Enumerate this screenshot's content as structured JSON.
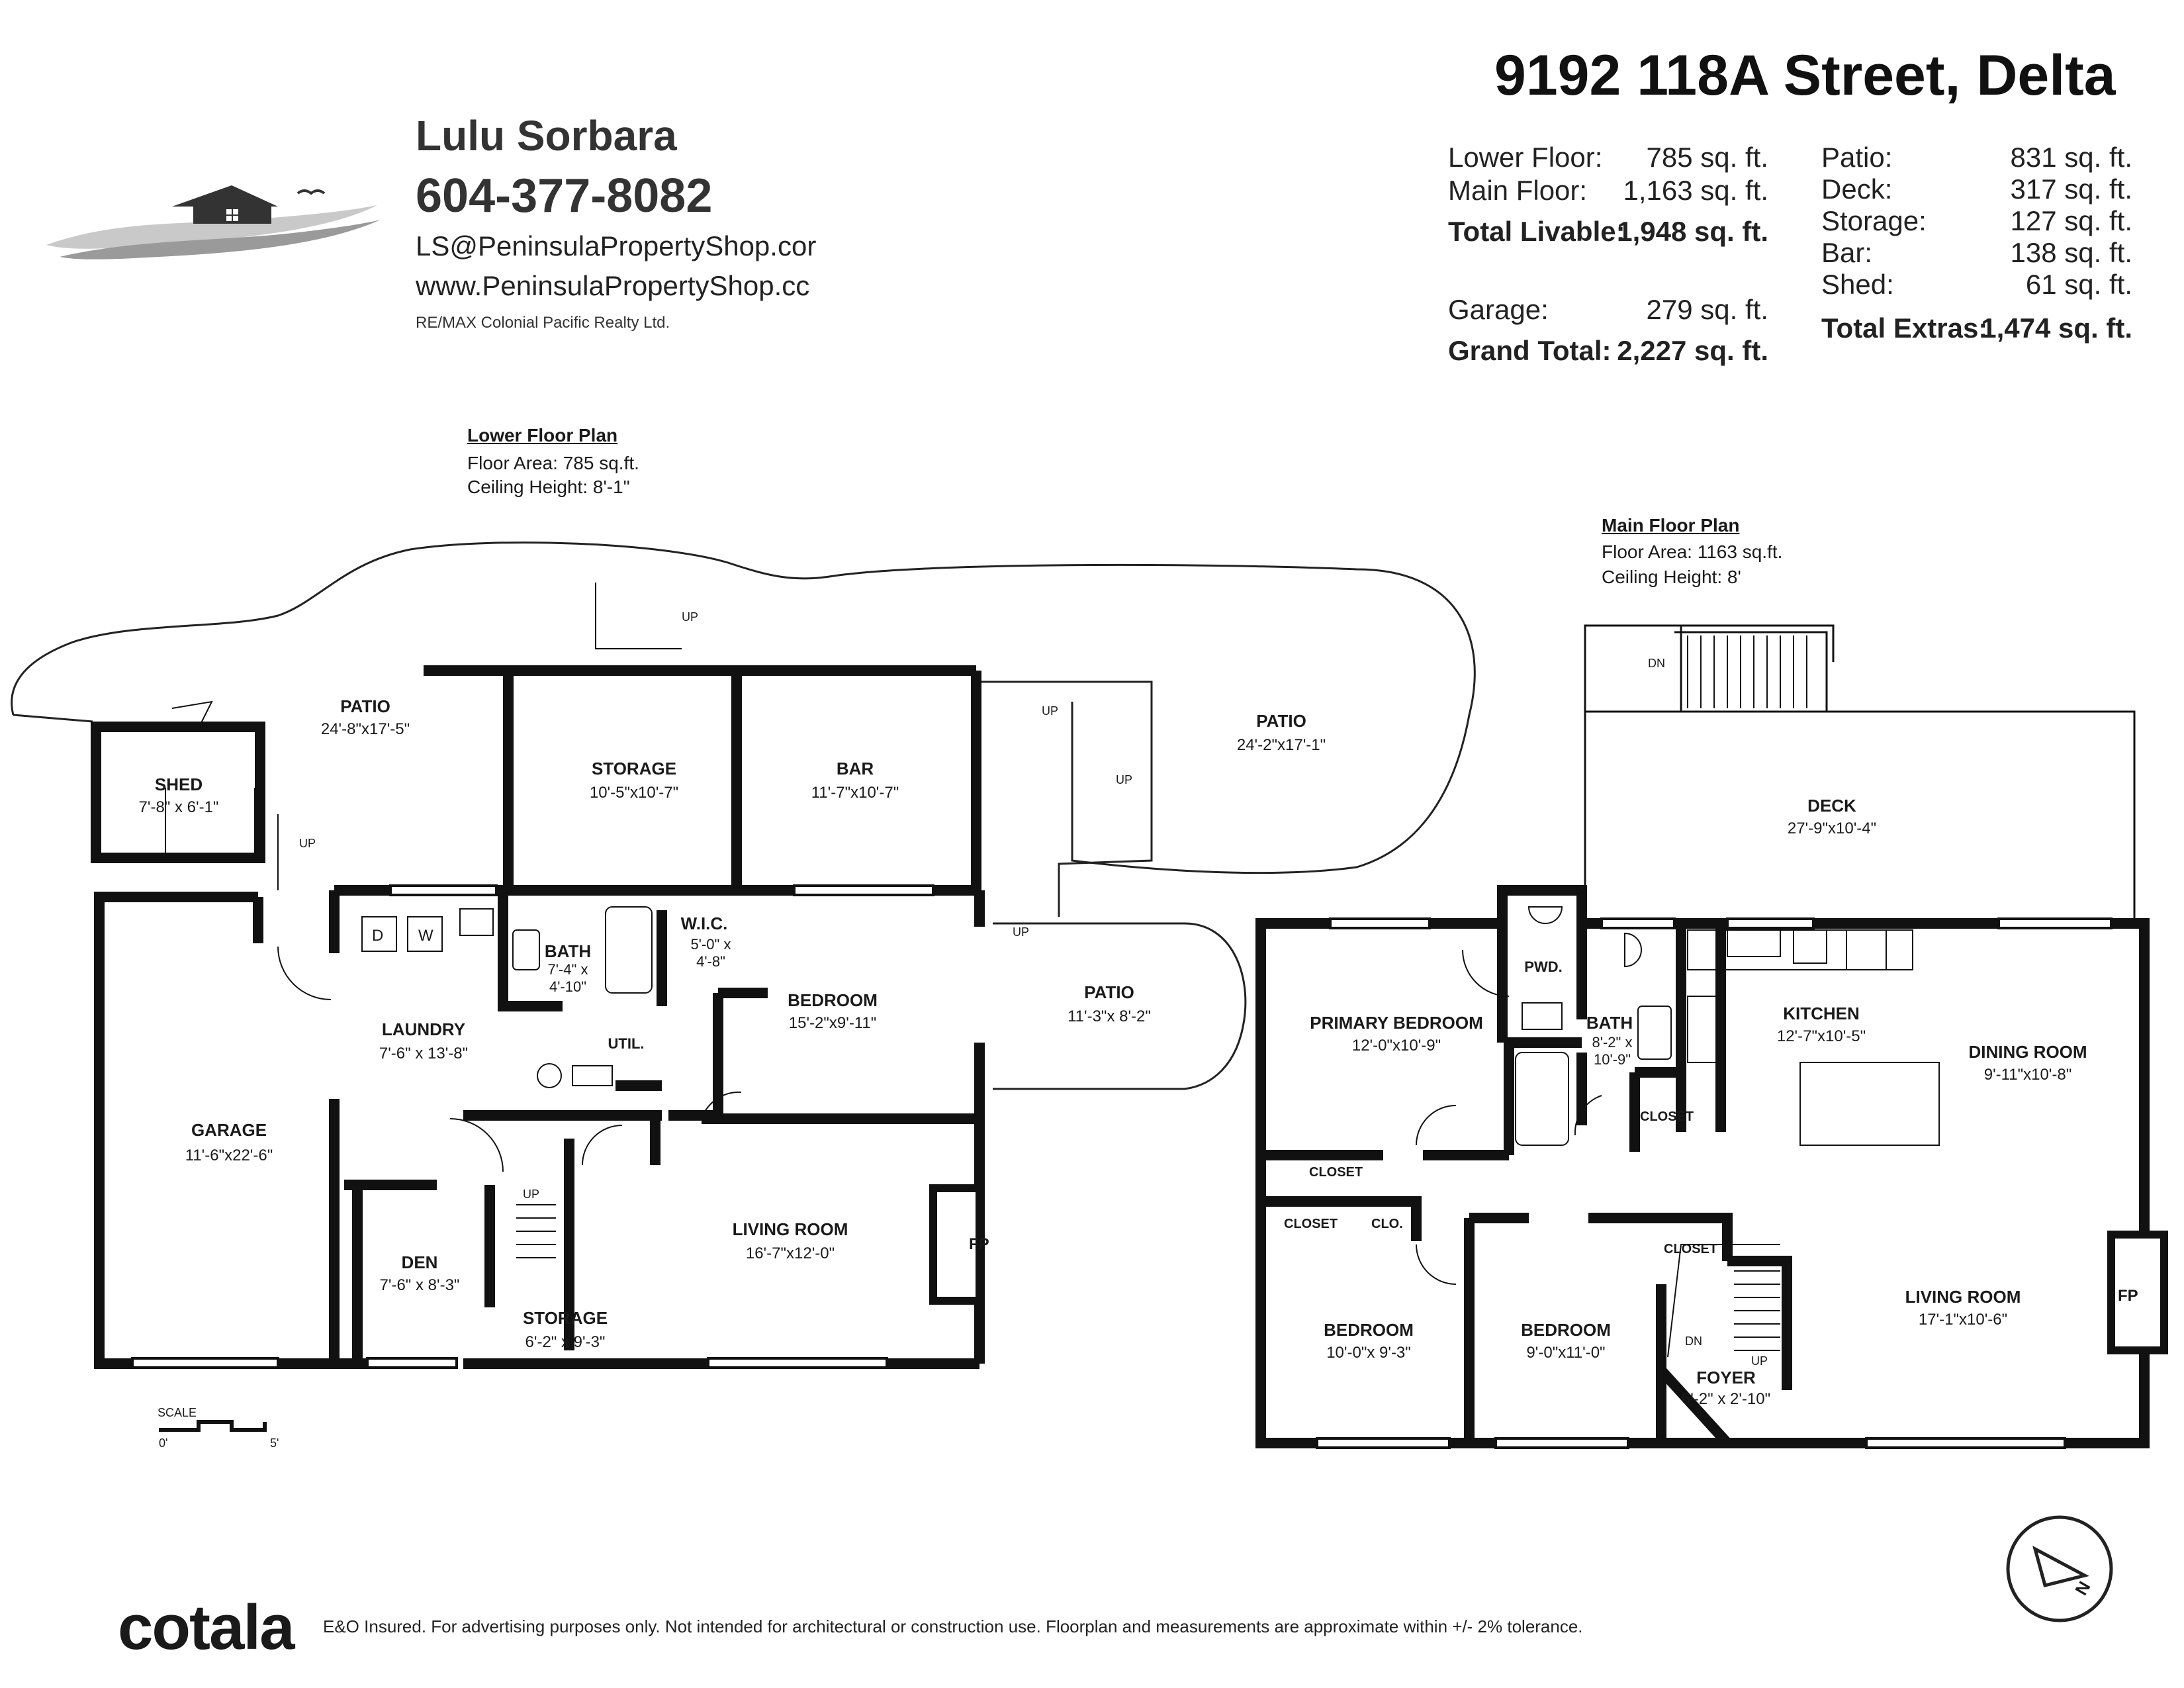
{
  "agent": {
    "name": "Lulu Sorbara",
    "phone": "604-377-8082",
    "email": "LS@PeninsulaPropertyShop.cor",
    "website": "www.PeninsulaPropertyShop.cc",
    "brokerage": "RE/MAX Colonial Pacific Realty Ltd."
  },
  "address": "9192 118A Street, Delta",
  "areas_left": [
    {
      "label": "Lower Floor:",
      "value": "785 sq. ft.",
      "bold": false
    },
    {
      "label": "Main Floor:",
      "value": "1,163 sq. ft.",
      "bold": false
    },
    {
      "label": "Total Livable:",
      "value": "1,948 sq. ft.",
      "bold": true
    },
    {
      "label": "Garage:",
      "value": "279 sq. ft.",
      "bold": false
    },
    {
      "label": "Grand Total:",
      "value": "2,227 sq. ft.",
      "bold": true
    }
  ],
  "areas_right": [
    {
      "label": "Patio:",
      "value": "831 sq. ft.",
      "bold": false
    },
    {
      "label": "Deck:",
      "value": "317 sq. ft.",
      "bold": false
    },
    {
      "label": "Storage:",
      "value": "127 sq. ft.",
      "bold": false
    },
    {
      "label": "Bar:",
      "value": "138 sq. ft.",
      "bold": false
    },
    {
      "label": "Shed:",
      "value": "61 sq. ft.",
      "bold": false
    },
    {
      "label": "Total Extras:",
      "value": "1,474 sq. ft.",
      "bold": true
    }
  ],
  "lower_plan": {
    "title": "Lower Floor Plan",
    "area": "Floor Area: 785 sq.ft.",
    "ceiling": "Ceiling Height: 8'-1\"",
    "rooms": [
      {
        "name": "PATIO",
        "dim": "24'-8\"x17'-5\""
      },
      {
        "name": "SHED",
        "dim": "7'-8\" x 6'-1\""
      },
      {
        "name": "STORAGE",
        "dim": "10'-5\"x10'-7\""
      },
      {
        "name": "BAR",
        "dim": "11'-7\"x10'-7\""
      },
      {
        "name": "PATIO",
        "dim": "24'-2\"x17'-1\""
      },
      {
        "name": "BATH",
        "dim": "7'-4\" x 4'-10\""
      },
      {
        "name": "W.I.C.",
        "dim": "5'-0\" x 4'-8\""
      },
      {
        "name": "BEDROOM",
        "dim": "15'-2\"x9'-11\""
      },
      {
        "name": "PATIO",
        "dim": "11'-3\"x 8'-2\""
      },
      {
        "name": "LAUNDRY",
        "dim": "7'-6\" x 13'-8\""
      },
      {
        "name": "UTIL.",
        "dim": ""
      },
      {
        "name": "GARAGE",
        "dim": "11'-6\"x22'-6\""
      },
      {
        "name": "LIVING ROOM",
        "dim": "16'-7\"x12'-0\""
      },
      {
        "name": "DEN",
        "dim": "7'-6\" x 8'-3\""
      },
      {
        "name": "STORAGE",
        "dim": "6'-2\" x 9'-3\""
      }
    ],
    "labels": {
      "fp": "FP",
      "up": "UP",
      "d": "D",
      "w": "W"
    }
  },
  "main_plan": {
    "title": "Main Floor Plan",
    "area": "Floor Area: 1163 sq.ft.",
    "ceiling": "Ceiling Height: 8'",
    "rooms": [
      {
        "name": "DECK",
        "dim": "27'-9\"x10'-4\""
      },
      {
        "name": "PWD.",
        "dim": ""
      },
      {
        "name": "PRIMARY BEDROOM",
        "dim": "12'-0\"x10'-9\""
      },
      {
        "name": "BATH",
        "dim": "8'-2\" x 10'-9\""
      },
      {
        "name": "KITCHEN",
        "dim": "12'-7\"x10'-5\""
      },
      {
        "name": "DINING ROOM",
        "dim": "9'-11\"x10'-8\""
      },
      {
        "name": "LIVING ROOM",
        "dim": "17'-1\"x10'-6\""
      },
      {
        "name": "BEDROOM",
        "dim": "10'-0\"x 9'-3\""
      },
      {
        "name": "BEDROOM",
        "dim": "9'-0\"x11'-0\""
      },
      {
        "name": "FOYER",
        "dim": "6'-2\" x 2'-10\""
      }
    ],
    "labels": {
      "closet": "CLOSET",
      "clo": "CLO.",
      "fp": "FP",
      "dn": "DN",
      "up": "UP"
    }
  },
  "scale": {
    "label": "SCALE",
    "start": "0'",
    "end": "5'"
  },
  "footer": {
    "brand": "cotala",
    "disclaimer": "E&O Insured. For advertising purposes only. Not intended for architectural or construction use. Floorplan and measurements are approximate within +/- 2% tolerance."
  },
  "compass": {
    "label": "N"
  },
  "colors": {
    "wall": "#111111",
    "logo_gray": "#9a9a9a"
  }
}
